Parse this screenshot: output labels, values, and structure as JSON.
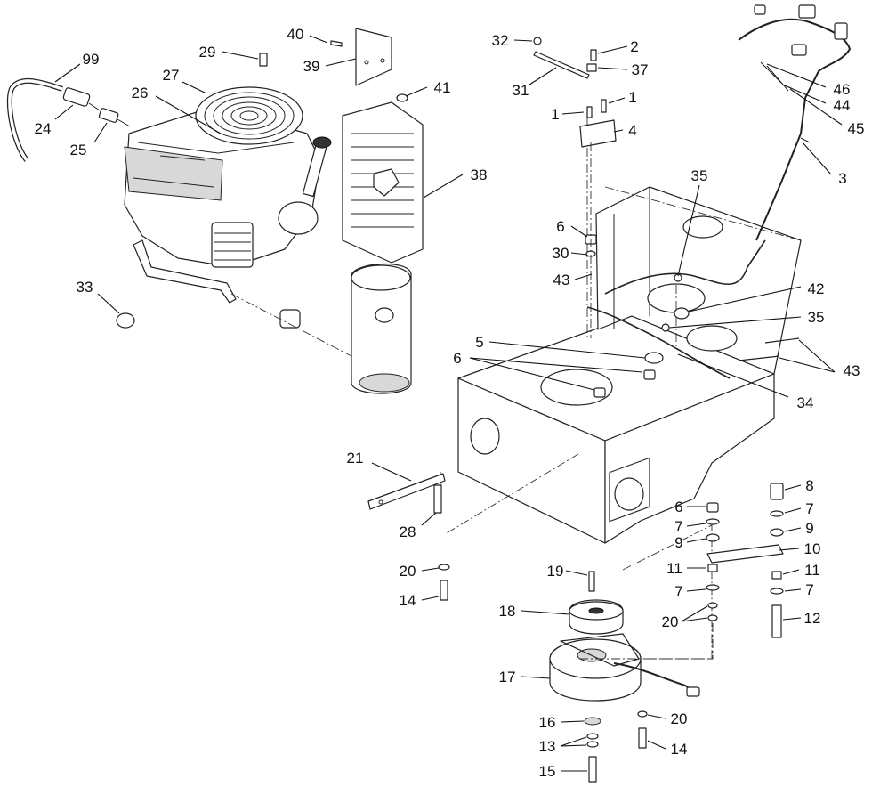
{
  "callouts": [
    {
      "id": "c99",
      "label": "99"
    },
    {
      "id": "c24",
      "label": "24"
    },
    {
      "id": "c25",
      "label": "25"
    },
    {
      "id": "c27",
      "label": "27"
    },
    {
      "id": "c26",
      "label": "26"
    },
    {
      "id": "c29",
      "label": "29"
    },
    {
      "id": "c40",
      "label": "40"
    },
    {
      "id": "c39",
      "label": "39"
    },
    {
      "id": "c41",
      "label": "41"
    },
    {
      "id": "c38",
      "label": "38"
    },
    {
      "id": "c33",
      "label": "33"
    },
    {
      "id": "c32",
      "label": "32"
    },
    {
      "id": "c2",
      "label": "2"
    },
    {
      "id": "c37",
      "label": "37"
    },
    {
      "id": "c31",
      "label": "31"
    },
    {
      "id": "c1a",
      "label": "1"
    },
    {
      "id": "c1b",
      "label": "1"
    },
    {
      "id": "c4",
      "label": "4"
    },
    {
      "id": "c46",
      "label": "46"
    },
    {
      "id": "c44",
      "label": "44"
    },
    {
      "id": "c45",
      "label": "45"
    },
    {
      "id": "c3",
      "label": "3"
    },
    {
      "id": "c35a",
      "label": "35"
    },
    {
      "id": "c6a",
      "label": "6"
    },
    {
      "id": "c30",
      "label": "30"
    },
    {
      "id": "c43a",
      "label": "43"
    },
    {
      "id": "c42",
      "label": "42"
    },
    {
      "id": "c35b",
      "label": "35"
    },
    {
      "id": "c5",
      "label": "5"
    },
    {
      "id": "c6b",
      "label": "6"
    },
    {
      "id": "c43b",
      "label": "43"
    },
    {
      "id": "c34",
      "label": "34"
    },
    {
      "id": "c21",
      "label": "21"
    },
    {
      "id": "c28",
      "label": "28"
    },
    {
      "id": "c20a",
      "label": "20"
    },
    {
      "id": "c14a",
      "label": "14"
    },
    {
      "id": "c8",
      "label": "8"
    },
    {
      "id": "c6c",
      "label": "6"
    },
    {
      "id": "c7a",
      "label": "7"
    },
    {
      "id": "c7b",
      "label": "7"
    },
    {
      "id": "c9a",
      "label": "9"
    },
    {
      "id": "c9b",
      "label": "9"
    },
    {
      "id": "c10",
      "label": "10"
    },
    {
      "id": "c11a",
      "label": "11"
    },
    {
      "id": "c11b",
      "label": "11"
    },
    {
      "id": "c7c",
      "label": "7"
    },
    {
      "id": "c7d",
      "label": "7"
    },
    {
      "id": "c19",
      "label": "19"
    },
    {
      "id": "c18",
      "label": "18"
    },
    {
      "id": "c20b",
      "label": "20"
    },
    {
      "id": "c12",
      "label": "12"
    },
    {
      "id": "c17",
      "label": "17"
    },
    {
      "id": "c16",
      "label": "16"
    },
    {
      "id": "c20c",
      "label": "20"
    },
    {
      "id": "c13",
      "label": "13"
    },
    {
      "id": "c14b",
      "label": "14"
    },
    {
      "id": "c15",
      "label": "15"
    }
  ]
}
